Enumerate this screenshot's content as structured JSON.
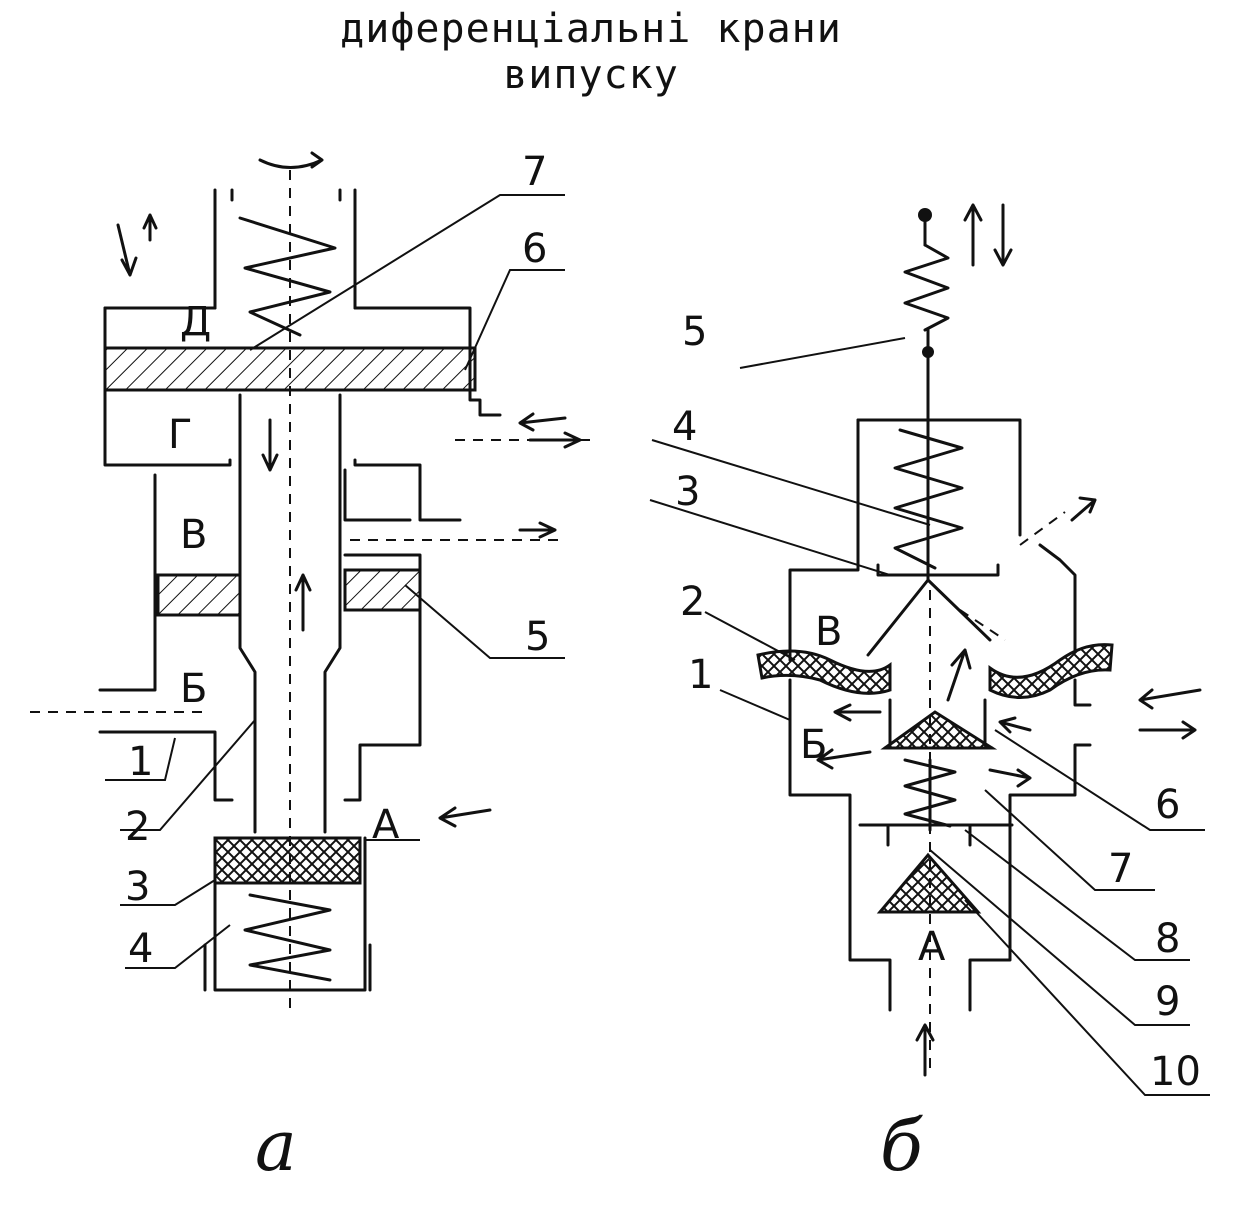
{
  "title_line1": "диференціальні крани",
  "title_line2": "випуску",
  "colors": {
    "ink": "#111111",
    "background": "#ffffff"
  },
  "diagram_a": {
    "caption": "а",
    "chambers": [
      "Д",
      "Г",
      "В",
      "Б",
      "А"
    ],
    "parts": [
      "1",
      "2",
      "3",
      "4",
      "5",
      "6",
      "7"
    ]
  },
  "diagram_b": {
    "caption": "б",
    "chambers": [
      "В",
      "Б",
      "А"
    ],
    "parts": [
      "1",
      "2",
      "3",
      "4",
      "5",
      "6",
      "7",
      "8",
      "9",
      "10"
    ]
  }
}
